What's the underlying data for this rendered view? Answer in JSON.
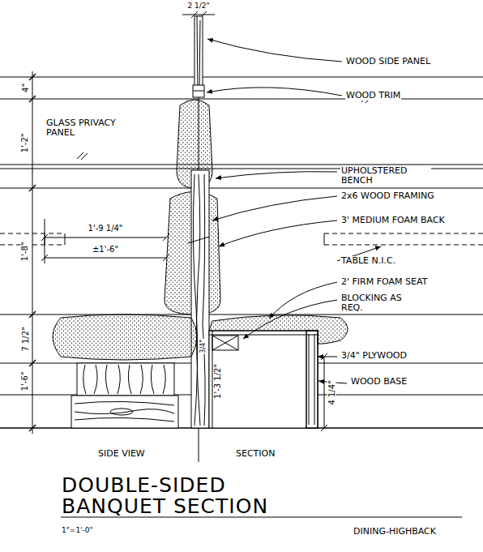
{
  "diagram": {
    "title": "DOUBLE-SIDED BANQUET SECTION",
    "labels": [
      "2 1/2\"",
      "WOOD SIDE PANEL",
      "WOOD TRIM",
      "4\"",
      "GLASS PRIVACY PANEL",
      "1'-2\"",
      "UPHOLSTERED BENCH",
      "2x6 WOOD FRAMING",
      "1'-9 1/4\"",
      "3' MEDIUM FOAM BACK",
      "1'-8\"",
      "±1'-6\"",
      "TABLE N.I.C.",
      "2' FIRM FOAM SEAT",
      "BLOCKING AS REQ.",
      "7 1/2\"",
      "3/4\"",
      "3/4\" PLYWOOD",
      "1'-3 1/2\"",
      "4 1/4\"",
      "WOOD BASE",
      "1'-6\"",
      "SIDE VIEW",
      "SECTION",
      "1\"=1'-0\"",
      "DINING-HIGHBACK"
    ]
  }
}
